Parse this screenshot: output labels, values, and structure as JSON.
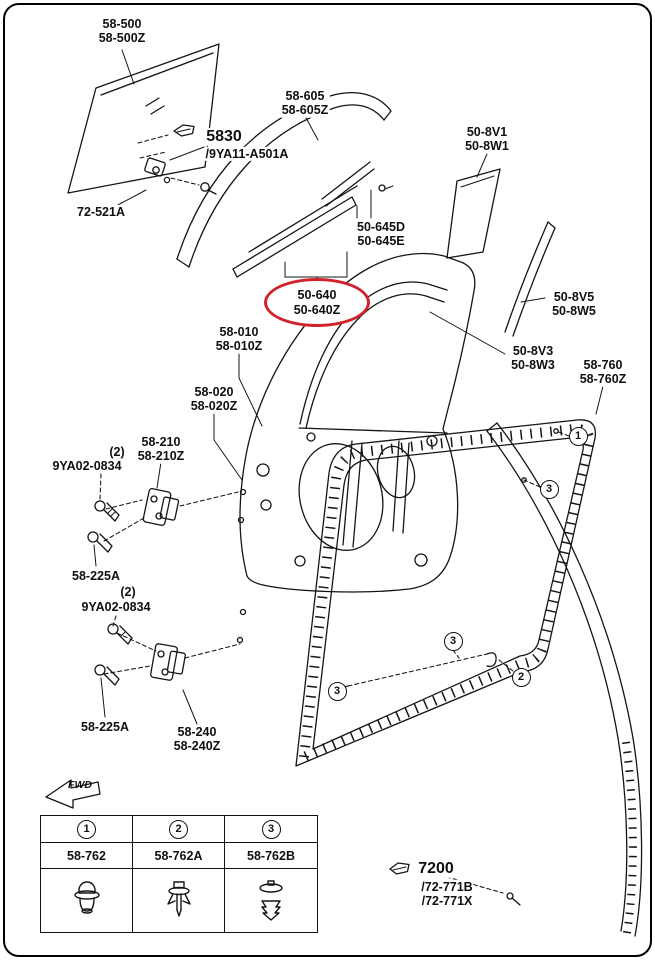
{
  "colors": {
    "background": "#ffffff",
    "ink": "#151515",
    "highlight": "#d2232a"
  },
  "labels": {
    "l58500": {
      "text": "58-500\n58-500Z"
    },
    "l5830": {
      "text": "5830"
    },
    "l5830sub": {
      "text": "/9YA11-A501A"
    },
    "l72521a": {
      "text": "72-521A"
    },
    "l58605": {
      "text": "58-605\n58-605Z"
    },
    "l50645": {
      "text": "50-645D\n50-645E"
    },
    "l508v1": {
      "text": "50-8V1\n50-8W1"
    },
    "l50640": {
      "text": "50-640\n50-640Z"
    },
    "l508v5": {
      "text": "50-8V5\n50-8W5"
    },
    "l508v3": {
      "text": "50-8V3\n50-8W3"
    },
    "l58010": {
      "text": "58-010\n58-010Z"
    },
    "l58760": {
      "text": "58-760\n58-760Z"
    },
    "l58020": {
      "text": "58-020\n58-020Z"
    },
    "l58210": {
      "text": "58-210\n58-210Z"
    },
    "lqty1": {
      "text": "(2)"
    },
    "l9ya1": {
      "text": "9YA02-0834"
    },
    "l58225a1": {
      "text": "58-225A"
    },
    "lqty2": {
      "text": "(2)"
    },
    "l9ya2": {
      "text": "9YA02-0834"
    },
    "l58225a2": {
      "text": "58-225A"
    },
    "l58240": {
      "text": "58-240\n58-240Z"
    },
    "lfwd": {
      "text": "FWD"
    },
    "l7200": {
      "text": "7200"
    },
    "l7200sub": {
      "text": "/72-771B\n/72-771X"
    }
  },
  "callouts": {
    "one": "1",
    "two": "2",
    "three": "3"
  },
  "legend": {
    "items": [
      {
        "num": "1",
        "part": "58-762",
        "icon": "grommet-clip"
      },
      {
        "num": "2",
        "part": "58-762A",
        "icon": "winged-clip"
      },
      {
        "num": "3",
        "part": "58-762B",
        "icon": "tree-clip"
      }
    ]
  }
}
